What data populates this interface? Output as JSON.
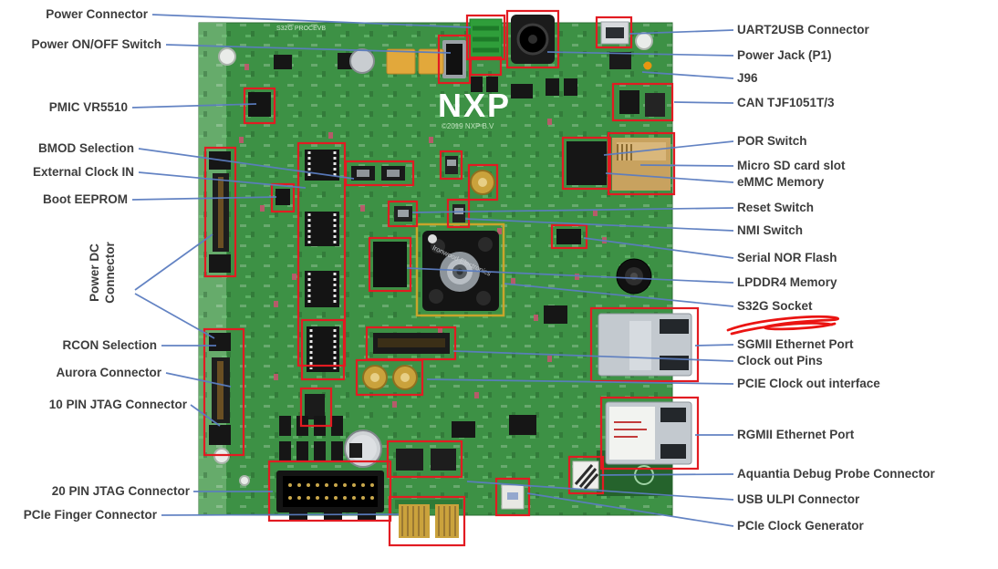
{
  "labels": {
    "left": [
      "Power Connector",
      "Power ON/OFF Switch",
      "PMIC VR5510",
      "BMOD Selection",
      "External Clock IN",
      "Boot EEPROM",
      "Power DC Connector",
      "RCON Selection",
      "Aurora Connector",
      "10 PIN JTAG Connector",
      "20 PIN JTAG Connector",
      "PCIe Finger Connector"
    ],
    "right": [
      "UART2USB Connector",
      "Power Jack (P1)",
      "J96",
      "CAN TJF1051T/3",
      "POR Switch",
      "Micro SD card slot",
      "eMMC Memory",
      "Reset Switch",
      "NMI Switch",
      "Serial NOR Flash",
      "LPDDR4 Memory",
      "S32G Socket",
      "SGMII Ethernet Port",
      "Clock out Pins",
      "PCIE Clock out interface",
      "RGMII Ethernet Port",
      "Aquantia Debug Probe Connector",
      "USB ULPI Connector",
      "PCIe Clock Generator"
    ]
  },
  "board": {
    "logo": "NXP",
    "copyright": "©2019 NXP B.V",
    "silkscreen": "S32G PROCEVB",
    "socket_text": "Ironwood Electronics"
  },
  "colors": {
    "board_green": "#3d9145",
    "annotation_red": "#e21b22",
    "callout_blue": "#5b7dc0",
    "label_text": "#3d3d3d"
  }
}
